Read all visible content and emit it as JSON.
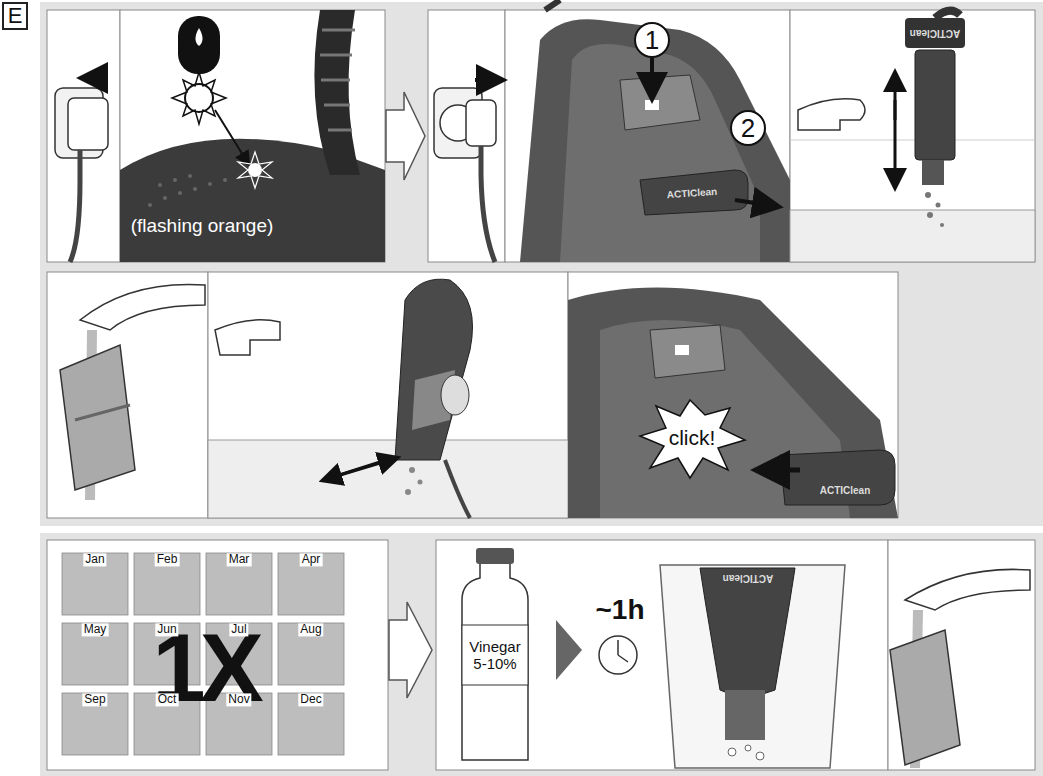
{
  "diagram": {
    "nodes": [
      {
        "text": [
          "E"
        ]
      }
    ],
    "labels": [
      "(flashing orange)",
      "1",
      "2",
      "ACTIClean",
      "ACTIClean",
      "click!",
      "ACTIClean",
      "Jan",
      "Feb",
      "Mar",
      "Apr",
      "May",
      "Jun",
      "Jul",
      "Aug",
      "Sep",
      "Oct",
      "Nov",
      "Dec",
      "1X",
      "Vinegar 5-10%",
      "~1h",
      "ACTIClean"
    ]
  }
}
